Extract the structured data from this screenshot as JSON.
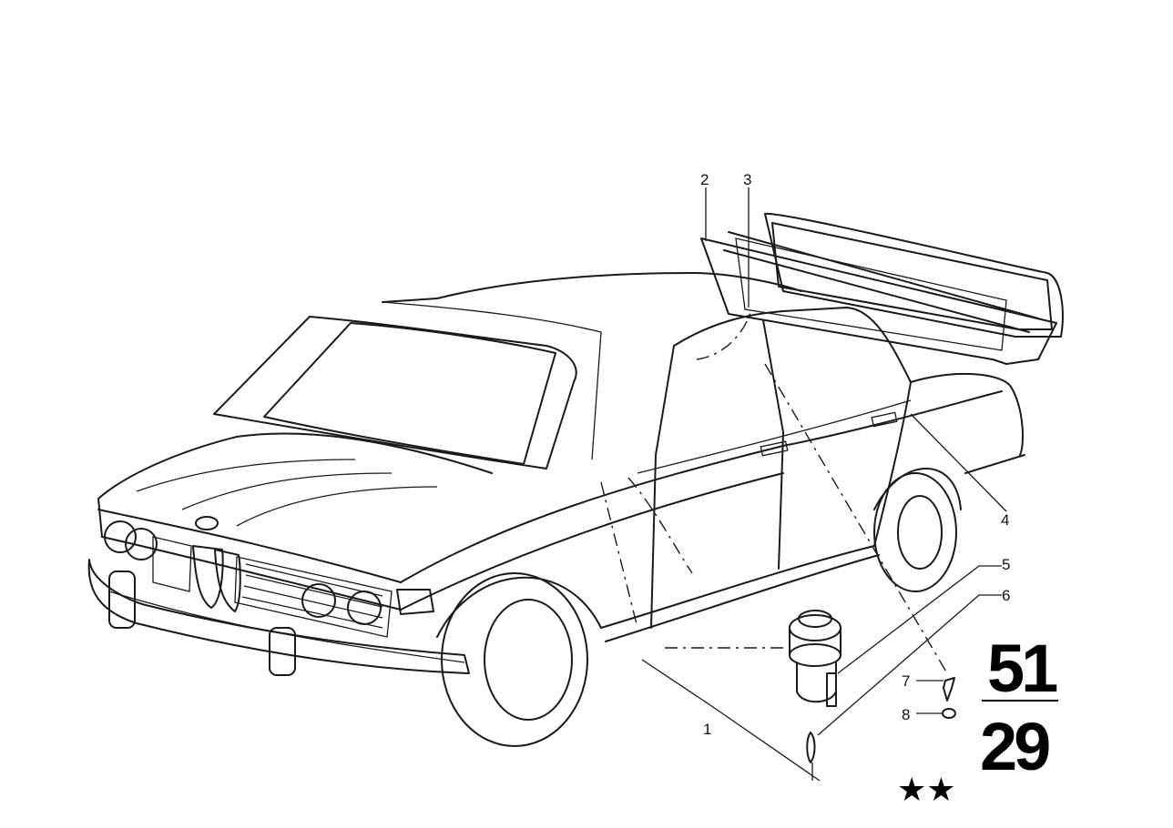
{
  "diagram": {
    "callouts": [
      "1",
      "2",
      "3",
      "4",
      "5",
      "6",
      "7",
      "8"
    ],
    "group_main": "51",
    "group_sub": "29",
    "marks": "★★"
  }
}
